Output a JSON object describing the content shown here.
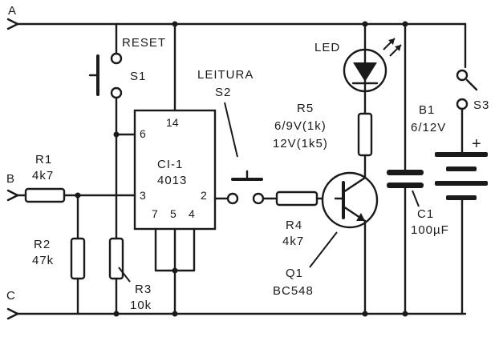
{
  "rails": {
    "a": "A",
    "b": "B",
    "c": "C"
  },
  "switches": {
    "s1": {
      "name": "S1",
      "label": "RESET"
    },
    "s2": {
      "name": "S2",
      "label": "LEITURA"
    },
    "s3": {
      "name": "S3"
    }
  },
  "ic": {
    "name": "CI-1",
    "part": "4013",
    "pins": {
      "p14": "14",
      "p6": "6",
      "p3": "3",
      "p2": "2",
      "p7": "7",
      "p5": "5",
      "p4": "4"
    }
  },
  "resistors": {
    "r1": {
      "name": "R1",
      "value": "4k7"
    },
    "r2": {
      "name": "R2",
      "value": "47k"
    },
    "r3": {
      "name": "R3",
      "value": "10k"
    },
    "r4": {
      "name": "R4",
      "value": "4k7"
    },
    "r5": {
      "name": "R5",
      "value_line1": "6/9V(1k)",
      "value_line2": "12V(1k5)"
    }
  },
  "led": {
    "name": "LED"
  },
  "transistor": {
    "name": "Q1",
    "part": "BC548"
  },
  "capacitor": {
    "name": "C1",
    "value": "100µF"
  },
  "battery": {
    "name": "B1",
    "value": "6/12V",
    "polarity": "+"
  }
}
